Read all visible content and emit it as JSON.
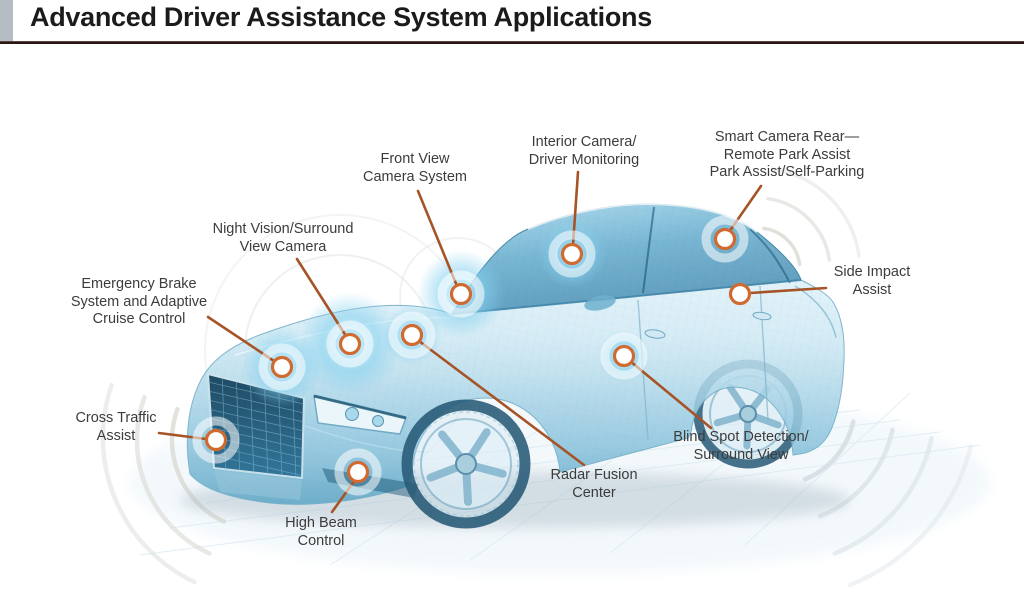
{
  "header": {
    "title": "Advanced Driver Assistance System Applications"
  },
  "diagram": {
    "labels": {
      "front_view_camera": "Front View\nCamera System",
      "interior_camera": "Interior Camera/\nDriver Monitoring",
      "smart_camera_rear": "Smart Camera Rear—\nRemote Park Assist\nPark Assist/Self-Parking",
      "night_vision": "Night Vision/Surround\nView Camera",
      "emergency_brake": "Emergency Brake\nSystem and Adaptive\nCruise Control",
      "side_impact": "Side Impact\nAssist",
      "cross_traffic": "Cross Traffic\nAssist",
      "blind_spot": "Blind Spot Detection/\nSurround View",
      "radar_fusion": "Radar Fusion\nCenter",
      "high_beam": "High Beam\nControl"
    },
    "colors": {
      "callout_line": "#a65427",
      "callout_ring": "#cf6a31",
      "label_text": "#3c3c3c",
      "title_text": "#1b1b1b",
      "title_rule": "#281715",
      "corner_square": "#b6bcc3",
      "car_blue_deep": "#1d6f9d",
      "car_blue_light": "#cfe9f4",
      "wave_gray": "#d8d8d2",
      "background": "#ffffff"
    }
  }
}
